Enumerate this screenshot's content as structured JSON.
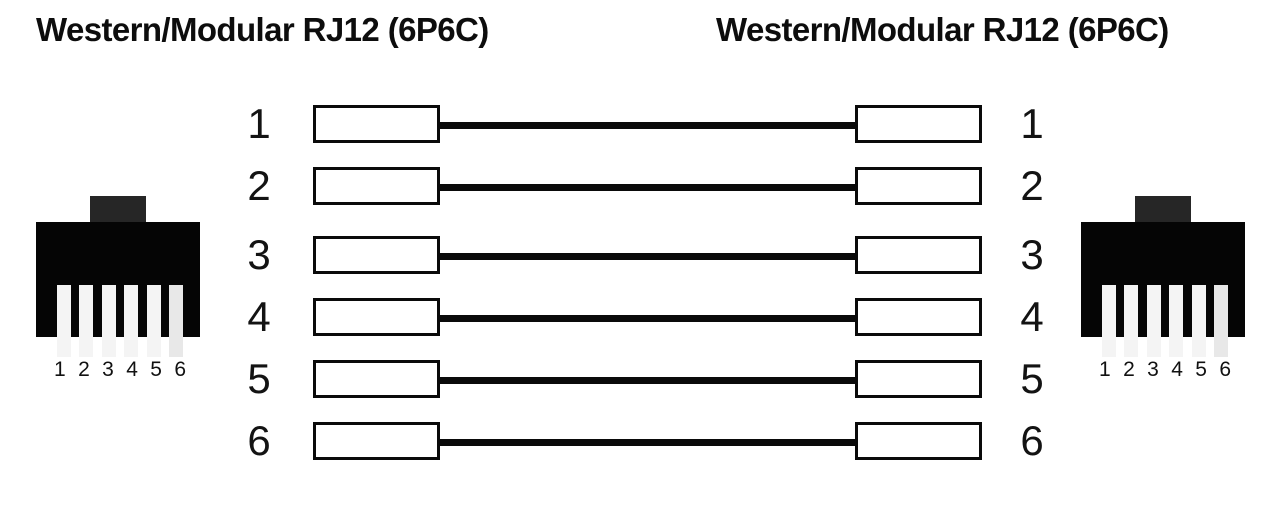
{
  "diagram": {
    "kind": "rj12-straight-through-pinout",
    "titles": {
      "left": "Western/Modular RJ12 (6P6C)",
      "right": "Western/Modular RJ12 (6P6C)"
    },
    "colors": {
      "background": "#ffffff",
      "ink": "#0d0d0d",
      "connector_body": "#050505",
      "connector_tab": "#262626",
      "connector_pin": "#f4f4f4",
      "wire": "#0a0a0a",
      "box_fill": "#ffffff",
      "box_border": "#0a0a0a"
    },
    "jacks": {
      "left": {
        "name": "Western/Modular RJ12 (6P6C)",
        "pin_count": 6,
        "pin_labels": [
          "1",
          "2",
          "3",
          "4",
          "5",
          "6"
        ]
      },
      "right": {
        "name": "Western/Modular RJ12 (6P6C)",
        "pin_count": 6,
        "pin_labels": [
          "1",
          "2",
          "3",
          "4",
          "5",
          "6"
        ]
      }
    },
    "rows": [
      {
        "left_label": "1",
        "right_label": "1",
        "connected": true
      },
      {
        "left_label": "2",
        "right_label": "2",
        "connected": true
      },
      {
        "left_label": "3",
        "right_label": "3",
        "connected": true
      },
      {
        "left_label": "4",
        "right_label": "4",
        "connected": true
      },
      {
        "left_label": "5",
        "right_label": "5",
        "connected": true
      },
      {
        "left_label": "6",
        "right_label": "6",
        "connected": true
      }
    ]
  }
}
